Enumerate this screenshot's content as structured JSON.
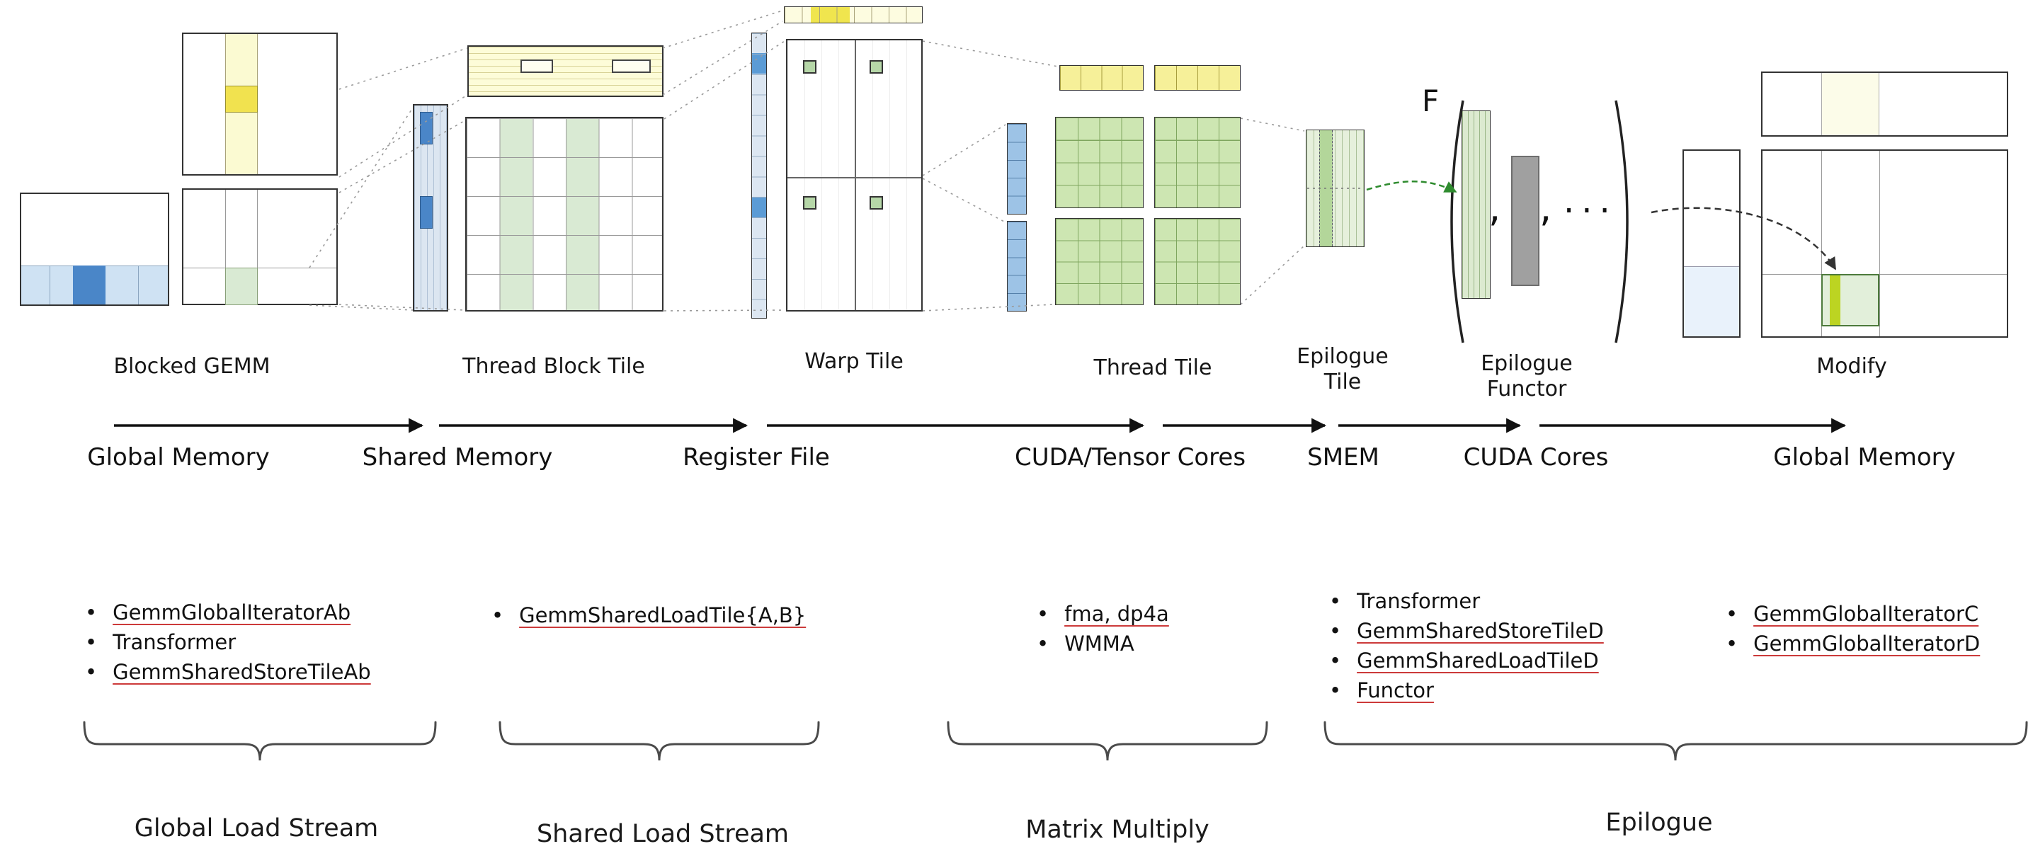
{
  "palette": {
    "light_blue": "#cfe2f3",
    "mid_blue": "#9dc3e6",
    "blue": "#4a86c8",
    "pale_yellow": "#fbfad2",
    "yellow": "#f1e24f",
    "pale_green": "#e6f0dc",
    "light_green": "#d9ead3",
    "green_accent": "#b6d7a8",
    "bright_bar_green": "#bcd422",
    "gray_block": "#a0a0a0",
    "underline_red": "#cc3a3a",
    "green_arrow": "#2e8b2e",
    "text": "#111111"
  },
  "ui": {
    "bullet": "•"
  },
  "stages": {
    "blocked_gemm": "Blocked GEMM",
    "thread_block_tile": "Thread Block Tile",
    "warp_tile": "Warp Tile",
    "thread_tile": "Thread Tile",
    "epilogue_tile_l1": "Epilogue",
    "epilogue_tile_l2": "Tile",
    "epilogue_functor_l1": "Epilogue",
    "epilogue_functor_l2": "Functor",
    "modify": "Modify"
  },
  "memory_flow": [
    "Global Memory",
    "Shared Memory",
    "Register File",
    "CUDA/Tensor Cores",
    "SMEM",
    "CUDA Cores",
    "Global Memory"
  ],
  "functor": {
    "symbol": "F",
    "comma1": ",",
    "comma2": ",",
    "ellipsis": "..."
  },
  "lists": {
    "global_load": {
      "items": [
        {
          "text": "GemmGlobalIteratorAb",
          "underlined": true
        },
        {
          "text": "Transformer",
          "underlined": false
        },
        {
          "text": "GemmSharedStoreTileAb",
          "underlined": true
        }
      ]
    },
    "shared_load": {
      "items": [
        {
          "text": "GemmSharedLoadTile{A,B}",
          "underlined": true
        }
      ]
    },
    "matrix_multiply": {
      "items": [
        {
          "text": "fma, dp4a",
          "underlined": true
        },
        {
          "text": "WMMA",
          "underlined": false
        }
      ]
    },
    "epilogue_left": {
      "items": [
        {
          "text": "Transformer",
          "underlined": false
        },
        {
          "text": "GemmSharedStoreTileD",
          "underlined": true
        },
        {
          "text": "GemmSharedLoadTileD",
          "underlined": true
        },
        {
          "text": "Functor",
          "underlined": true
        }
      ]
    },
    "epilogue_right": {
      "items": [
        {
          "text": "GemmGlobalIteratorC",
          "underlined": true
        },
        {
          "text": "GemmGlobalIteratorD",
          "underlined": true
        }
      ]
    }
  },
  "streams": {
    "global_load": "Global Load Stream",
    "shared_load": "Shared Load Stream",
    "matrix_multiply": "Matrix Multiply",
    "epilogue": "Epilogue"
  }
}
